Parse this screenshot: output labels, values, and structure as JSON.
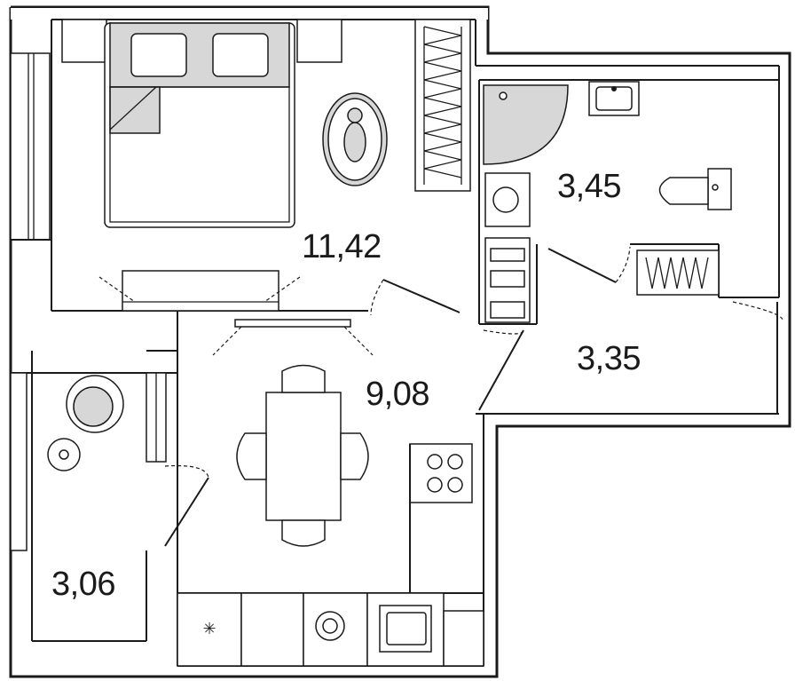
{
  "rooms": [
    {
      "id": "bedroom",
      "area": "11,42"
    },
    {
      "id": "bathroom",
      "area": "3,45"
    },
    {
      "id": "hall",
      "area": "3,35"
    },
    {
      "id": "kitchen-living",
      "area": "9,08"
    },
    {
      "id": "balcony",
      "area": "3,06"
    }
  ],
  "colors": {
    "wall": "#1a1a1a",
    "furniture_fill": "#d7d7d7",
    "background": "#ffffff"
  }
}
